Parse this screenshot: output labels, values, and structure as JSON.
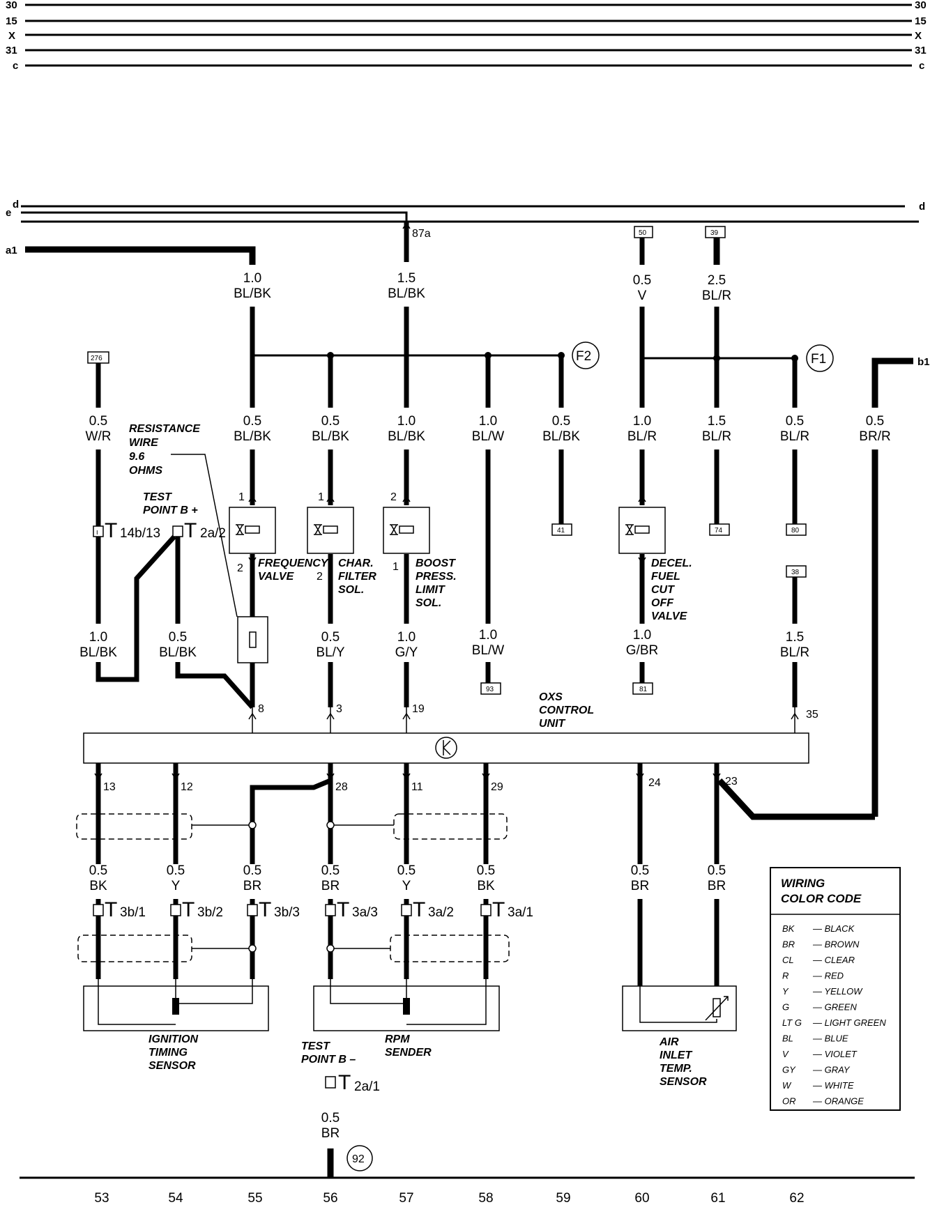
{
  "bus_lines": [
    {
      "left": "30",
      "right": "30"
    },
    {
      "left": "15",
      "right": "15"
    },
    {
      "left": "X",
      "right": "X"
    },
    {
      "left": "31",
      "right": "31"
    },
    {
      "left": "c",
      "right": "c"
    }
  ],
  "supply": {
    "d_left": "d",
    "e_left": "e",
    "d_right": "d",
    "a1": "a1",
    "b1": "b1",
    "terminal_87a": "87a"
  },
  "ref_boxes": {
    "r50": "50",
    "r39": "39",
    "r276": "276",
    "r41": "41",
    "r74": "74",
    "r80": "80",
    "r38": "38",
    "r93": "93",
    "r81": "81"
  },
  "wires": {
    "w1": {
      "size": "1.0",
      "color": "BL/BK"
    },
    "w2": {
      "size": "1.5",
      "color": "BL/BK"
    },
    "w3": {
      "size": "0.5",
      "color": "V"
    },
    "w4": {
      "size": "2.5",
      "color": "BL/R"
    },
    "w5": {
      "size": "0.5",
      "color": "W/R"
    },
    "w6": {
      "size": "0.5",
      "color": "BL/BK"
    },
    "w7": {
      "size": "0.5",
      "color": "BL/BK"
    },
    "w8": {
      "size": "1.0",
      "color": "BL/BK"
    },
    "w9": {
      "size": "1.0",
      "color": "BL/W"
    },
    "w10": {
      "size": "0.5",
      "color": "BL/BK"
    },
    "w11": {
      "size": "1.0",
      "color": "BL/R"
    },
    "w12": {
      "size": "1.5",
      "color": "BL/R"
    },
    "w13": {
      "size": "0.5",
      "color": "BL/R"
    },
    "w14": {
      "size": "0.5",
      "color": "BR/R"
    },
    "w15": {
      "size": "1.0",
      "color": "BL/BK"
    },
    "w16": {
      "size": "0.5",
      "color": "BL/BK"
    },
    "w17": {
      "size": "0.5",
      "color": "BL/Y"
    },
    "w18": {
      "size": "1.0",
      "color": "G/Y"
    },
    "w19": {
      "size": "1.0",
      "color": "BL/W"
    },
    "w20": {
      "size": "1.0",
      "color": "G/BR"
    },
    "w21": {
      "size": "1.5",
      "color": "BL/R"
    },
    "w22": {
      "size": "0.5",
      "color": "BK"
    },
    "w23": {
      "size": "0.5",
      "color": "Y"
    },
    "w24": {
      "size": "0.5",
      "color": "BR"
    },
    "w25": {
      "size": "0.5",
      "color": "BR"
    },
    "w26": {
      "size": "0.5",
      "color": "Y"
    },
    "w27": {
      "size": "0.5",
      "color": "BK"
    },
    "w28": {
      "size": "0.5",
      "color": "BR"
    },
    "w29": {
      "size": "0.5",
      "color": "BR"
    },
    "w30": {
      "size": "0.5",
      "color": "BR"
    }
  },
  "fuses": {
    "f2": "F2",
    "f1": "F1",
    "g92": "92"
  },
  "labels": {
    "resistance": [
      "RESISTANCE",
      "WIRE",
      "9.6",
      "OHMS"
    ],
    "test_point_b_plus": [
      "TEST",
      "POINT B +"
    ],
    "frequency_valve": [
      "FREQUENCY",
      "VALVE"
    ],
    "char_filter": [
      "CHAR.",
      "FILTER",
      "SOL."
    ],
    "boost": [
      "BOOST",
      "PRESS.",
      "LIMIT",
      "SOL."
    ],
    "decel": [
      "DECEL.",
      "FUEL",
      "CUT",
      "OFF",
      "VALVE"
    ],
    "oxs": [
      "OXS",
      "CONTROL",
      "UNIT"
    ],
    "ignition": [
      "IGNITION",
      "TIMING",
      "SENSOR"
    ],
    "rpm": [
      "RPM",
      "SENDER"
    ],
    "test_point_b_minus": [
      "TEST",
      "POINT B –"
    ],
    "air_inlet": [
      "AIR",
      "INLET",
      "TEMP.",
      "SENSOR"
    ]
  },
  "pins": {
    "fv_1": "1",
    "fv_2": "2",
    "cf_1": "1",
    "cf_2": "2",
    "bp_2": "2",
    "bp_1": "1",
    "cu_8": "8",
    "cu_3": "3",
    "cu_19": "19",
    "cu_35": "35",
    "cu_13": "13",
    "cu_12": "12",
    "cu_28": "28",
    "cu_11": "11",
    "cu_29": "29",
    "cu_24": "24",
    "cu_23": "23"
  },
  "connectors": {
    "t14b13": "14b/13",
    "t2a2": "2a/2",
    "t3b1": "3b/1",
    "t3b2": "3b/2",
    "t3b3": "3b/3",
    "t3a3": "3a/3",
    "t3a2": "3a/2",
    "t3a1": "3a/1",
    "t2a1": "2a/1"
  },
  "color_code": {
    "title": [
      "WIRING",
      "COLOR CODE"
    ],
    "entries": [
      {
        "code": "BK",
        "name": "— BLACK"
      },
      {
        "code": "BR",
        "name": "— BROWN"
      },
      {
        "code": "CL",
        "name": "— CLEAR"
      },
      {
        "code": "R",
        "name": "— RED"
      },
      {
        "code": "Y",
        "name": "— YELLOW"
      },
      {
        "code": "G",
        "name": "— GREEN"
      },
      {
        "code": "LT G",
        "name": "— LIGHT GREEN"
      },
      {
        "code": "BL",
        "name": "— BLUE"
      },
      {
        "code": "V",
        "name": "— VIOLET"
      },
      {
        "code": "GY",
        "name": "— GRAY"
      },
      {
        "code": "W",
        "name": "— WHITE"
      },
      {
        "code": "OR",
        "name": "— ORANGE"
      }
    ]
  },
  "columns": [
    "53",
    "54",
    "55",
    "56",
    "57",
    "58",
    "59",
    "60",
    "61",
    "62"
  ]
}
